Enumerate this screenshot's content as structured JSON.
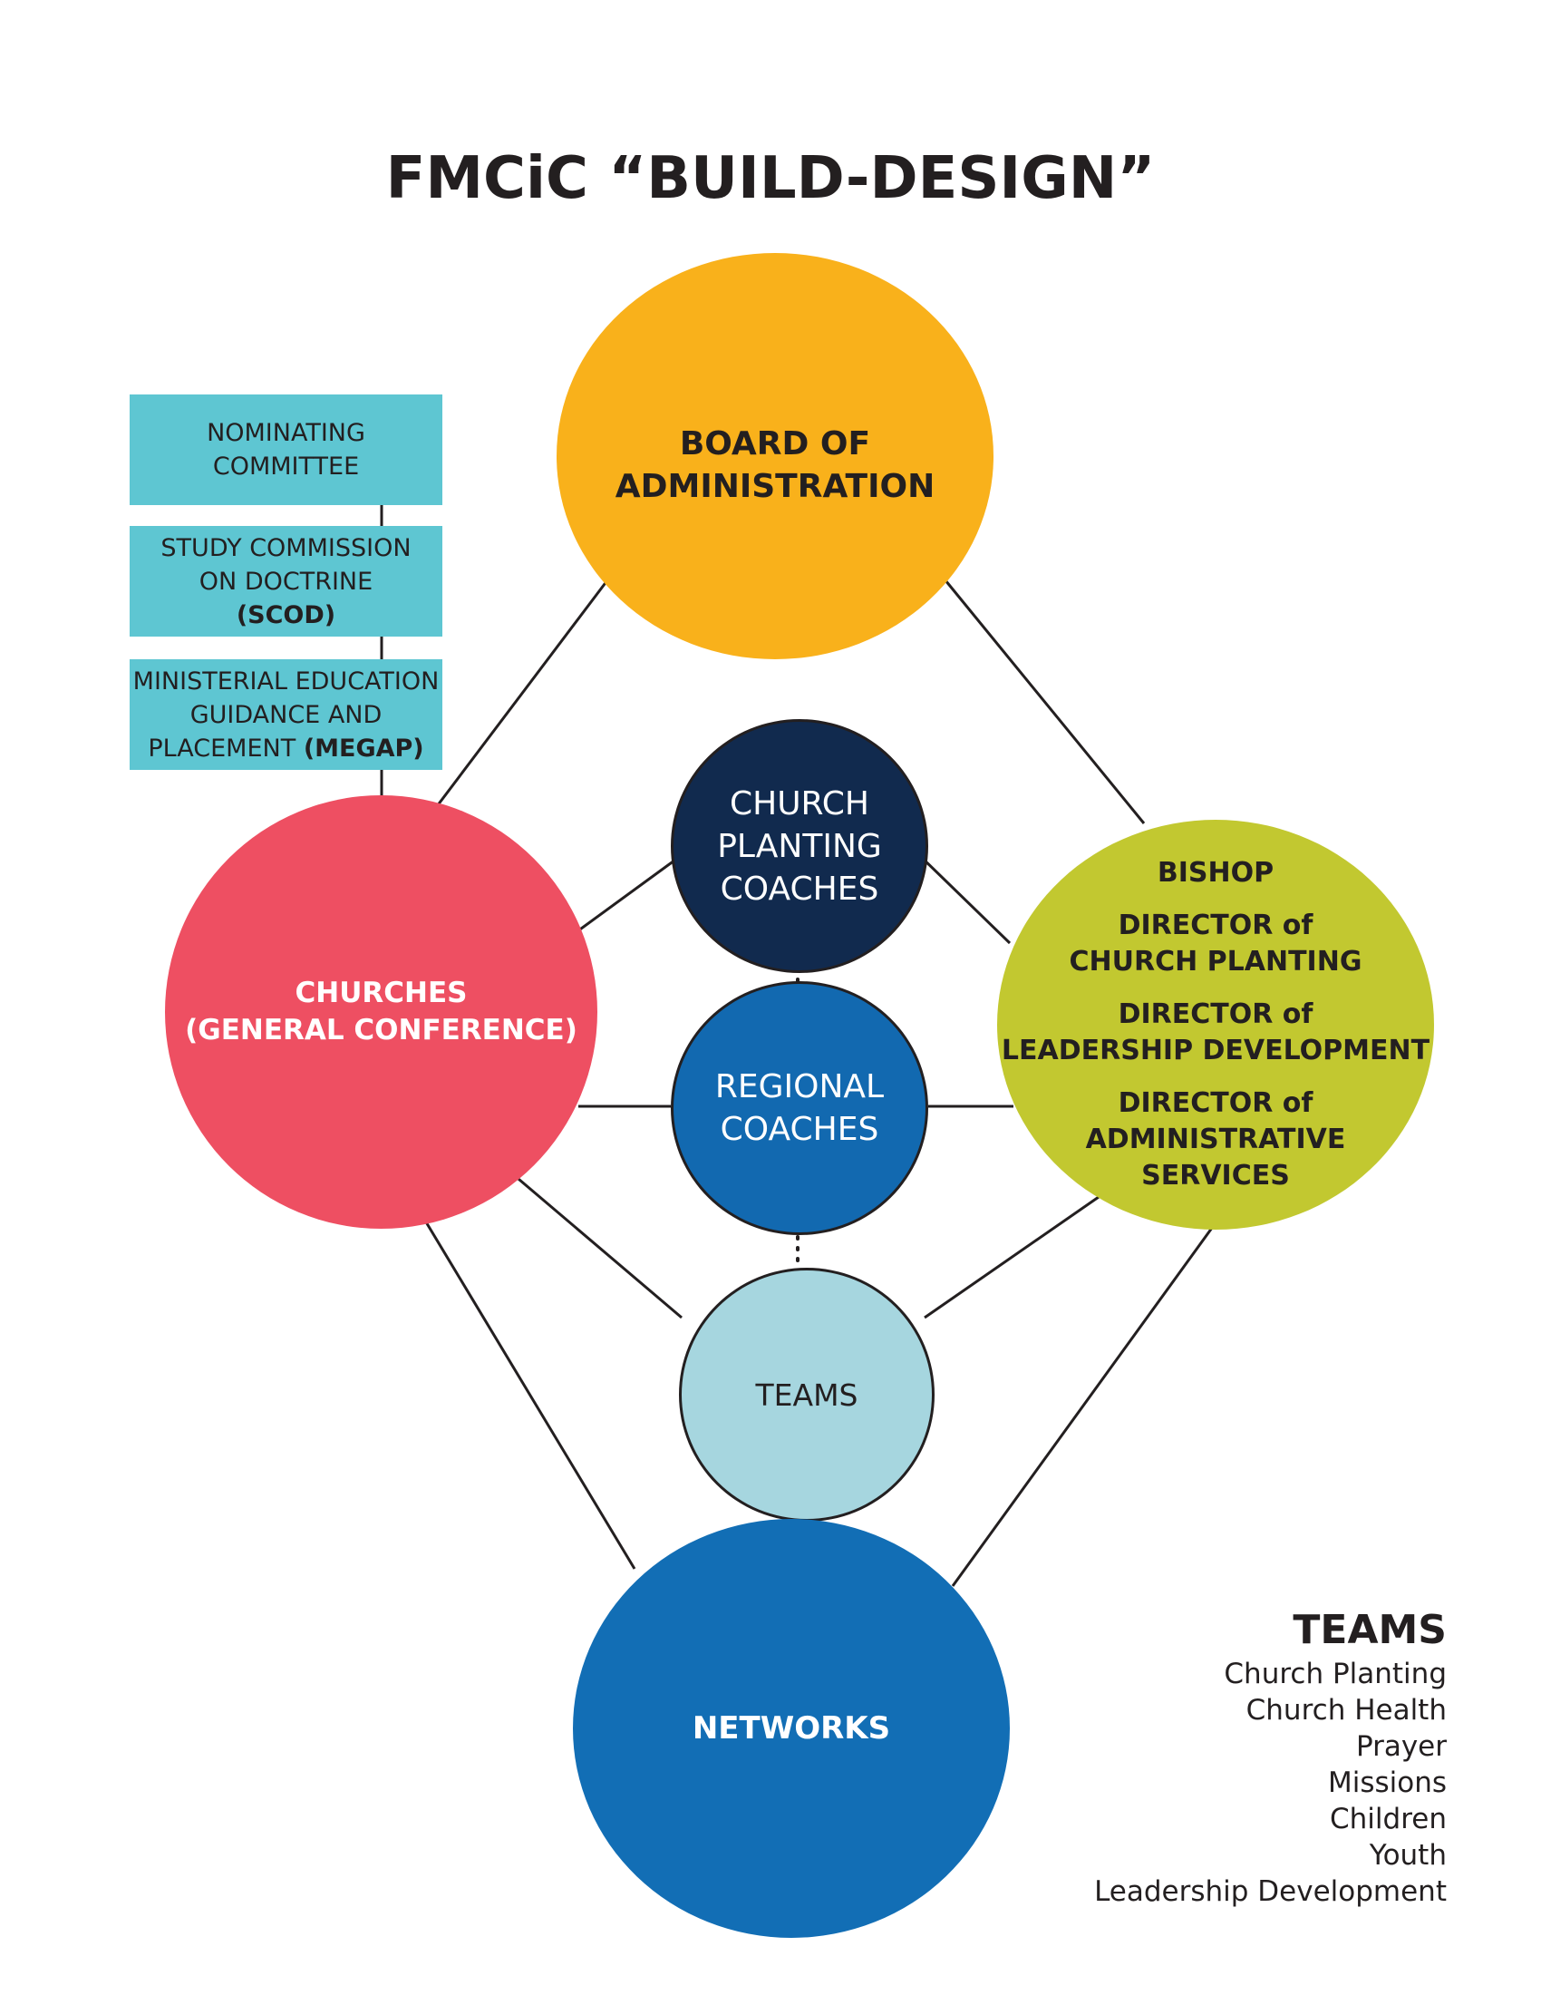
{
  "title": "FMCiC “BUILD-DESIGN”",
  "committees": {
    "nominating": "NOMINATING\nCOMMITTEE",
    "scod_text": "STUDY COMMISSION\nON DOCTRINE",
    "scod_abbr": "(SCOD)",
    "megap_text": "MINISTERIAL EDUCATION\nGUIDANCE AND\nPLACEMENT",
    "megap_abbr": "(MEGAP)"
  },
  "circles": {
    "board": "BOARD OF\nADMINISTRATION",
    "churches": "CHURCHES\n(GENERAL CONFERENCE)",
    "leadership": {
      "bishop": "BISHOP",
      "dir_planting": "DIRECTOR of\nCHURCH PLANTING",
      "dir_leadership": "DIRECTOR of\nLEADERSHIP DEVELOPMENT",
      "dir_admin": "DIRECTOR of\nADMINISTRATIVE\nSERVICES"
    },
    "church_planting_coaches": "CHURCH\nPLANTING\nCOACHES",
    "regional_coaches": "REGIONAL\nCOACHES",
    "teams": "TEAMS",
    "networks": "NETWORKS"
  },
  "legend": {
    "title": "TEAMS",
    "items": [
      "Church Planting",
      "Church Health",
      "Prayer",
      "Missions",
      "Children",
      "Youth",
      "Leadership Development"
    ]
  },
  "colors": {
    "board": "#f9b11b",
    "churches": "#ee4f62",
    "leadership": "#c2c830",
    "church_planting_coaches": "#112a4e",
    "regional_coaches": "#1269b0",
    "teams": "#a6d6df",
    "networks": "#126eb5",
    "committees": "#5ec6d2"
  }
}
